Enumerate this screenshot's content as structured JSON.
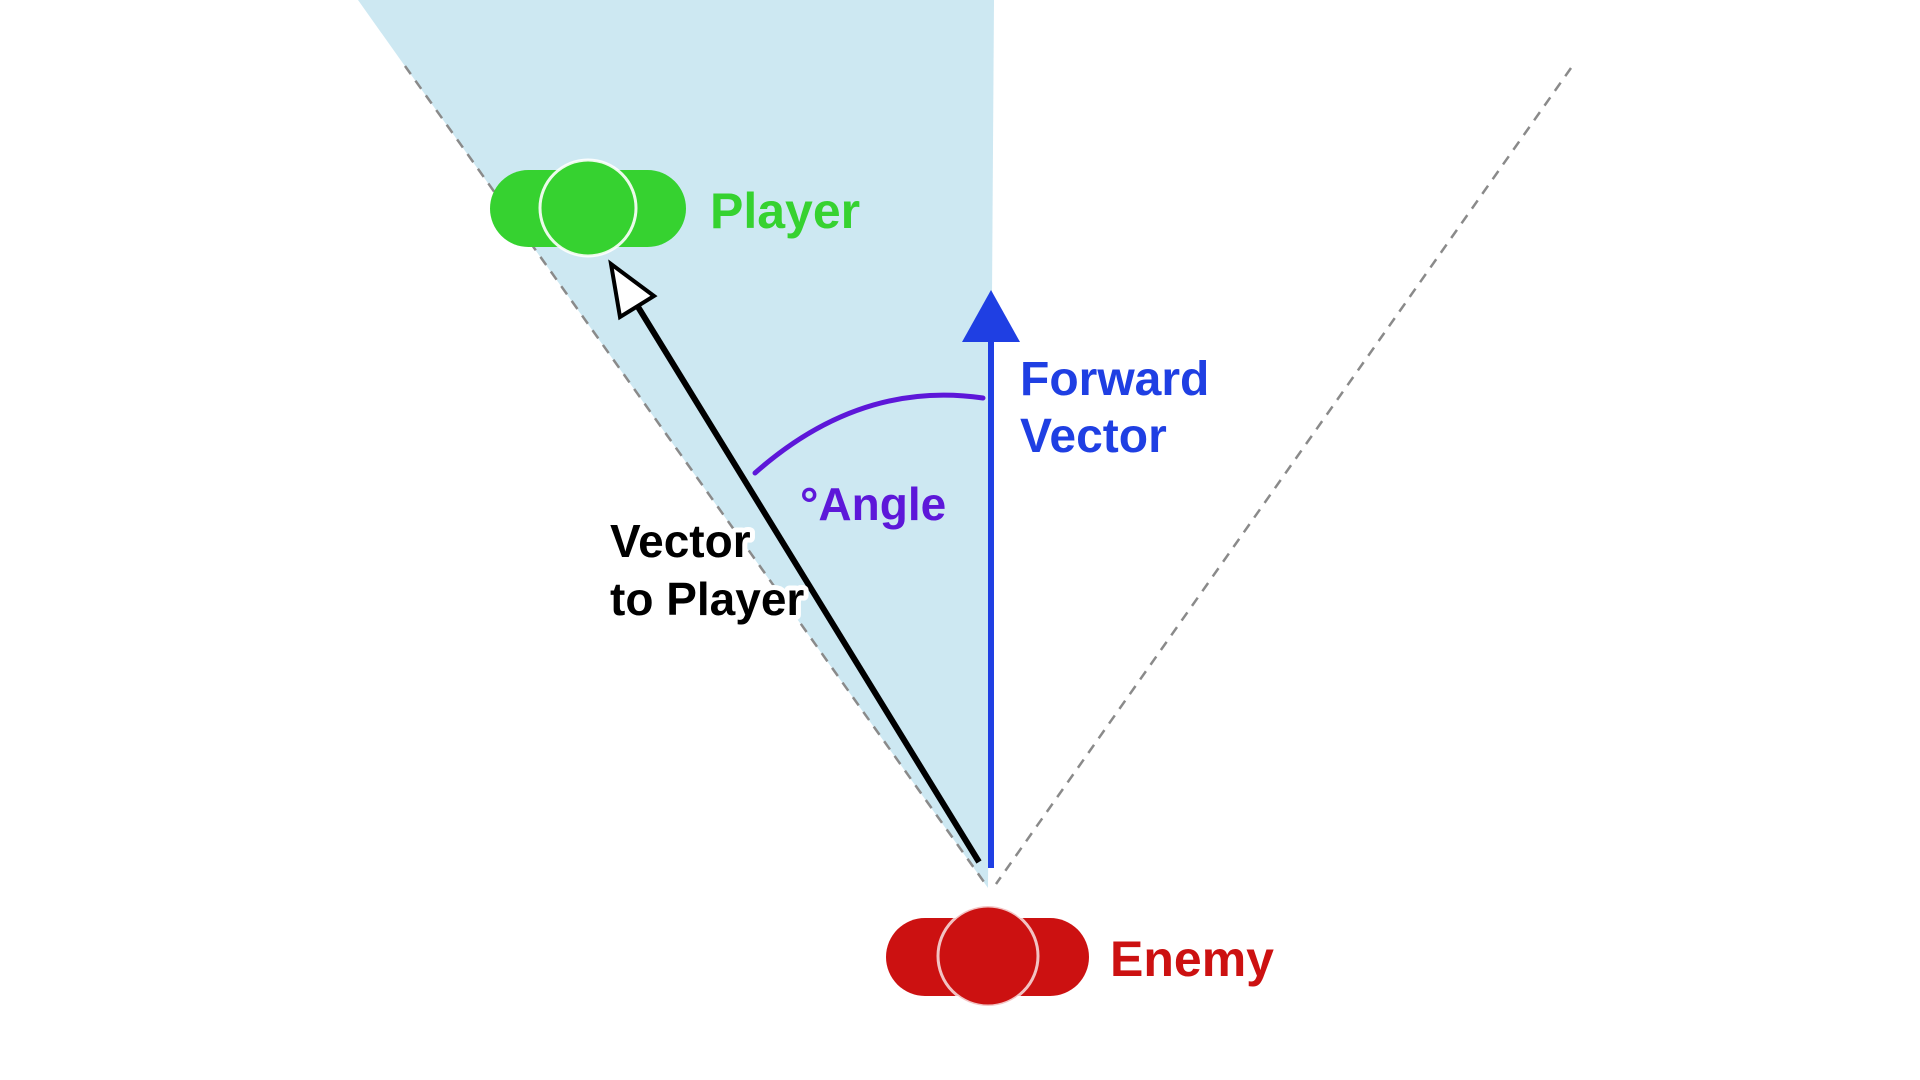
{
  "diagram": {
    "labels": {
      "player": "Player",
      "enemy": "Enemy",
      "forward_vector_line1": "Forward",
      "forward_vector_line2": "Vector",
      "vector_to_player_line1": "Vector",
      "vector_to_player_line2": "to Player",
      "angle": "°Angle"
    },
    "colors": {
      "background": "#ffffff",
      "cone_fill": "#cde8f2",
      "player_green": "#36d230",
      "enemy_red": "#cc1111",
      "forward_blue": "#1f3fe3",
      "angle_purple": "#5d17d9",
      "vector_black": "#000000",
      "dashed_gray": "#8a8a8a"
    }
  }
}
